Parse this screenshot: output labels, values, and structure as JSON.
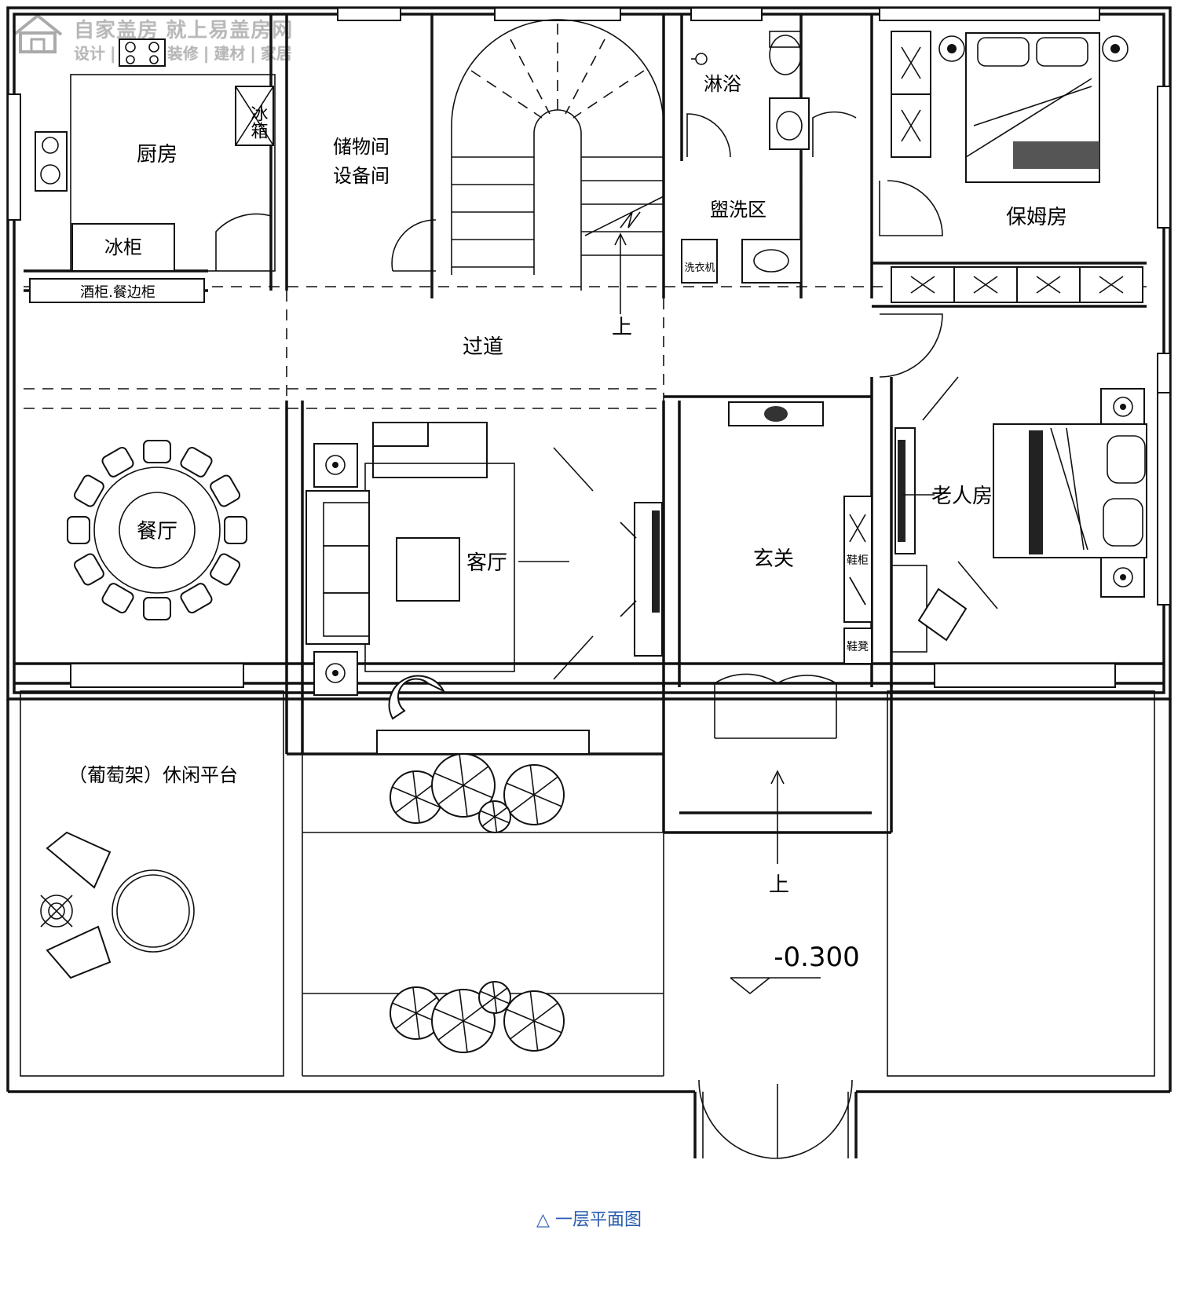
{
  "watermark": {
    "line1": "自家盖房 就上易盖房网",
    "line2": "设计 | 施工 | 装修 | 建材 | 家居"
  },
  "rooms": {
    "kitchen": "厨房",
    "fridge": "冰箱",
    "freezer": "冰柜",
    "wine_cabinet": "酒柜.餐边柜",
    "storage": "储物间",
    "equipment": "设备间",
    "shower": "淋浴",
    "wash_area": "盥洗区",
    "washing_machine": "洗衣机",
    "nanny_room": "保姆房",
    "corridor": "过道",
    "stairs_up": "上",
    "dining": "餐厅",
    "living": "客厅",
    "foyer": "玄关",
    "shoe_cabinet": "鞋柜",
    "shoe_bench": "鞋凳",
    "elder_room": "老人房",
    "leisure_platform": "（葡萄架）休闲平台",
    "entry_up": "上",
    "elevation": "-0.300"
  },
  "caption": "△ 一层平面图"
}
